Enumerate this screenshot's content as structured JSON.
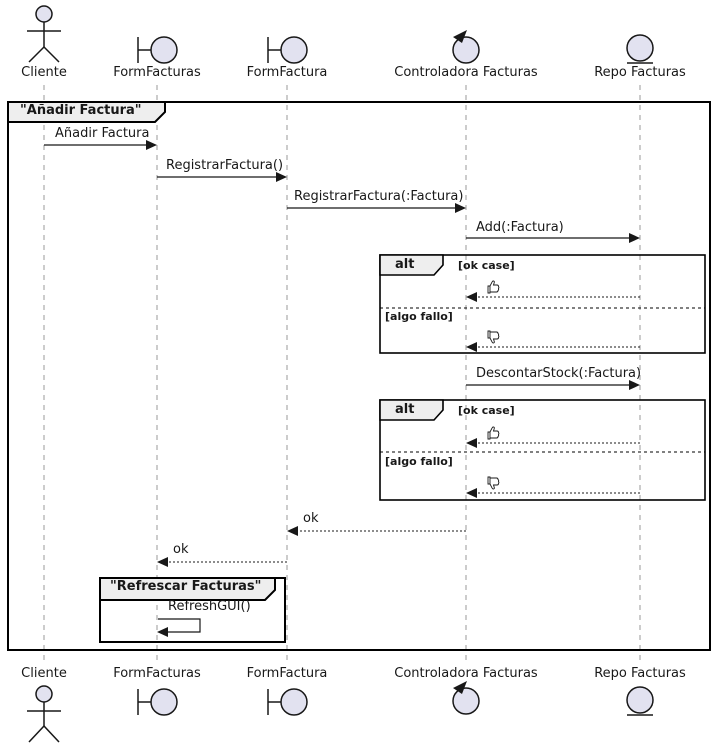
{
  "participants": [
    {
      "name": "Cliente",
      "type": "actor"
    },
    {
      "name": "FormFacturas",
      "type": "boundary"
    },
    {
      "name": "FormFactura",
      "type": "boundary"
    },
    {
      "name": "Controladora Facturas",
      "type": "control"
    },
    {
      "name": "Repo Facturas",
      "type": "entity"
    }
  ],
  "frames": {
    "main_title": "\"Añadir Factura\"",
    "refresh_title": "\"Refrescar Facturas\""
  },
  "fragments": [
    {
      "operator": "alt",
      "guard_ok": "[ok case]",
      "guard_fail": "[algo fallo]",
      "ok_icon": "thumbs-up-icon",
      "fail_icon": "thumbs-down-icon"
    },
    {
      "operator": "alt",
      "guard_ok": "[ok case]",
      "guard_fail": "[algo fallo]",
      "ok_icon": "thumbs-up-icon",
      "fail_icon": "thumbs-down-icon"
    }
  ],
  "messages": {
    "anadir_factura": "Añadir Factura",
    "registrar_factura": "RegistrarFactura()",
    "registrar_factura_param": "RegistrarFactura(:Factura)",
    "add_factura": "Add(:Factura)",
    "descontar_stock": "DescontarStock(:Factura)",
    "ok_1": "ok",
    "ok_2": "ok",
    "refresh_gui": "RefreshGUI()"
  },
  "colors": {
    "participant_fill": "#E2E2F0",
    "participant_stroke": "#181818",
    "frame_label_fill": "#EEEEEE",
    "line": "#181818",
    "lifeline": "#999999",
    "background": "#FFFFFF"
  }
}
